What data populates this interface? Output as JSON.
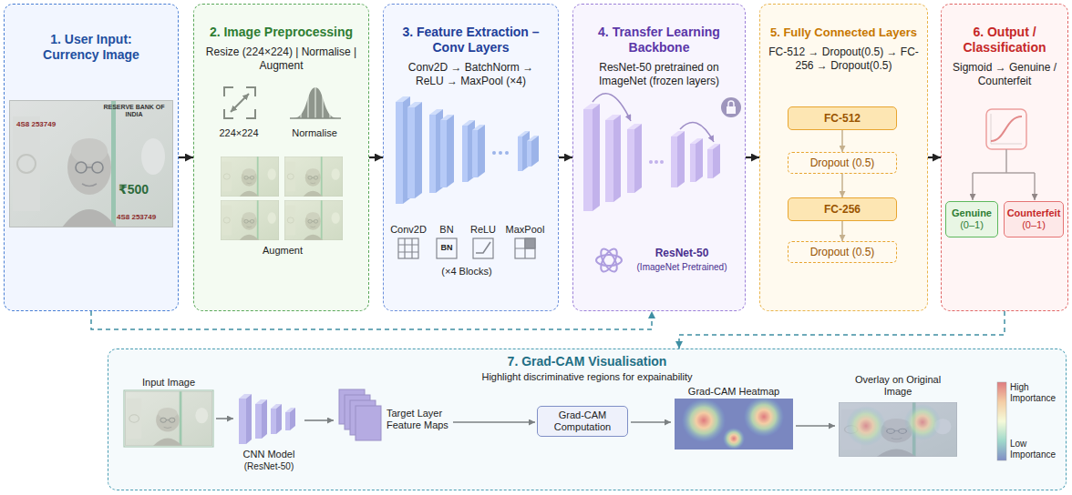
{
  "diagram": {
    "nodes": [
      {
        "text": [
          "1. User Input: Currency Image"
        ]
      },
      {
        "text": [
          "2. Image Preprocessing",
          "Resize (224×224) | Normalise | Augment"
        ]
      },
      {
        "text": [
          "3. Feature Extraction – Conv Layers",
          "Conv2D → BatchNorm → ReLU → MaxPool (×4)"
        ]
      },
      {
        "text": [
          "4. Transfer Learning Backbone",
          "ResNet-50 pretrained on ImageNet (frozen layers)"
        ]
      },
      {
        "text": [
          "5. Fully Connected Layers",
          "FC-512 → Dropout(0.5) → FC-256 → Dropout(0.5)"
        ]
      },
      {
        "text": [
          "FC-512"
        ],
        "in": 4
      },
      {
        "text": [
          "Dropout (0.5)"
        ],
        "in": 4
      },
      {
        "text": [
          "FC-256"
        ],
        "in": 4
      },
      {
        "text": [
          "Dropout (0.5)"
        ],
        "in": 4
      },
      {
        "text": [
          "6. Output / Classification",
          "Sigmoid → Genuine / Counterfeit"
        ]
      },
      {
        "text": [
          "Genuine",
          "(0–1)"
        ],
        "in": 9
      },
      {
        "text": [
          "Counterfeit",
          "(0–1)"
        ],
        "in": 9
      },
      {
        "text": [
          "7. Grad-CAM Visualisation",
          "Highlight discriminative regions for expainability"
        ]
      },
      {
        "text": [
          "Grad-CAM Computation"
        ],
        "in": 12
      }
    ],
    "edges": [
      {
        "from": 0,
        "to": 1,
        "arrow": "to"
      },
      {
        "from": 1,
        "to": 2,
        "arrow": "to"
      },
      {
        "from": 2,
        "to": 3,
        "arrow": "to"
      },
      {
        "from": 3,
        "to": 4,
        "arrow": "to"
      },
      {
        "from": 4,
        "to": 9,
        "arrow": "to"
      },
      {
        "from": 5,
        "to": 6,
        "arrow": "to"
      },
      {
        "from": 6,
        "to": 7,
        "arrow": "to"
      },
      {
        "from": 7,
        "to": 8,
        "arrow": "to"
      },
      {
        "from": 0,
        "to": 3,
        "arrow": "to"
      },
      {
        "from": 9,
        "to": 12,
        "arrow": "to"
      }
    ],
    "labels": [
      "RESERVE BANK OF INDIA",
      "4S8 253749",
      "₹500",
      "4S8 253749",
      "224×224",
      "Normalise",
      "Augment",
      "Conv2D",
      "BN",
      "ReLU",
      "MaxPool",
      "BN",
      "(×4 Blocks)",
      "ResNet-50",
      "(ImageNet Pretrained)",
      "Input Image",
      "CNN Model",
      "(ResNet-50)",
      "Target Layer Feature Maps",
      "Grad-CAM Heatmap",
      "Overlay on Original Image",
      "High Importance",
      "Low Importance"
    ]
  }
}
